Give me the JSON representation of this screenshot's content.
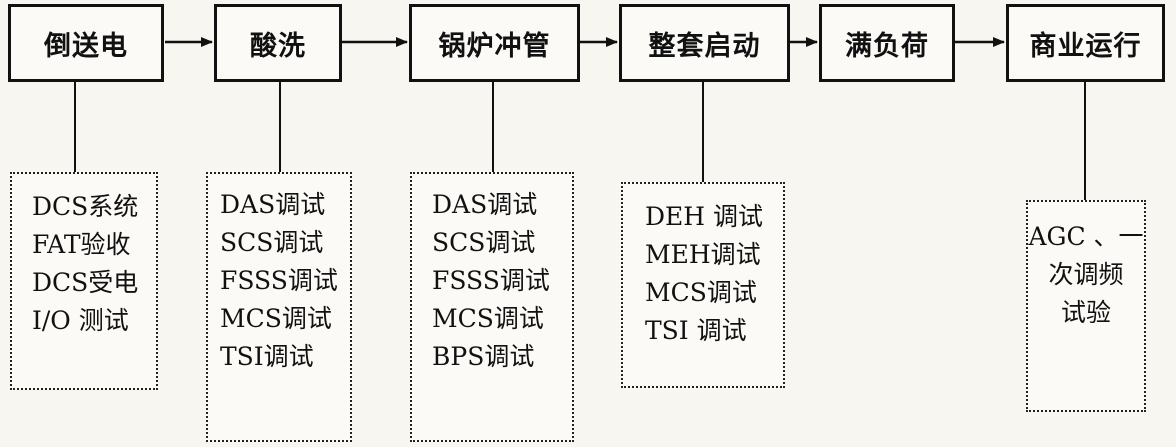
{
  "stages": [
    "倒送电",
    "酸洗",
    "锅炉冲管",
    "整套启动",
    "满负荷",
    "商业运行"
  ],
  "details": [
    [
      "DCS系统",
      "FAT验收",
      "DCS受电",
      "I/O 测试"
    ],
    [
      "DAS调试",
      "SCS调试",
      "FSSS调试",
      "MCS调试",
      "TSI调试"
    ],
    [
      "DAS调试",
      "SCS调试",
      "FSSS调试",
      "MCS调试",
      "BPS调试"
    ],
    [
      "DEH 调试",
      "MEH调试",
      "MCS调试",
      "TSI 调试"
    ],
    [],
    [
      "AGC 、一",
      "次调频",
      "试验"
    ]
  ]
}
